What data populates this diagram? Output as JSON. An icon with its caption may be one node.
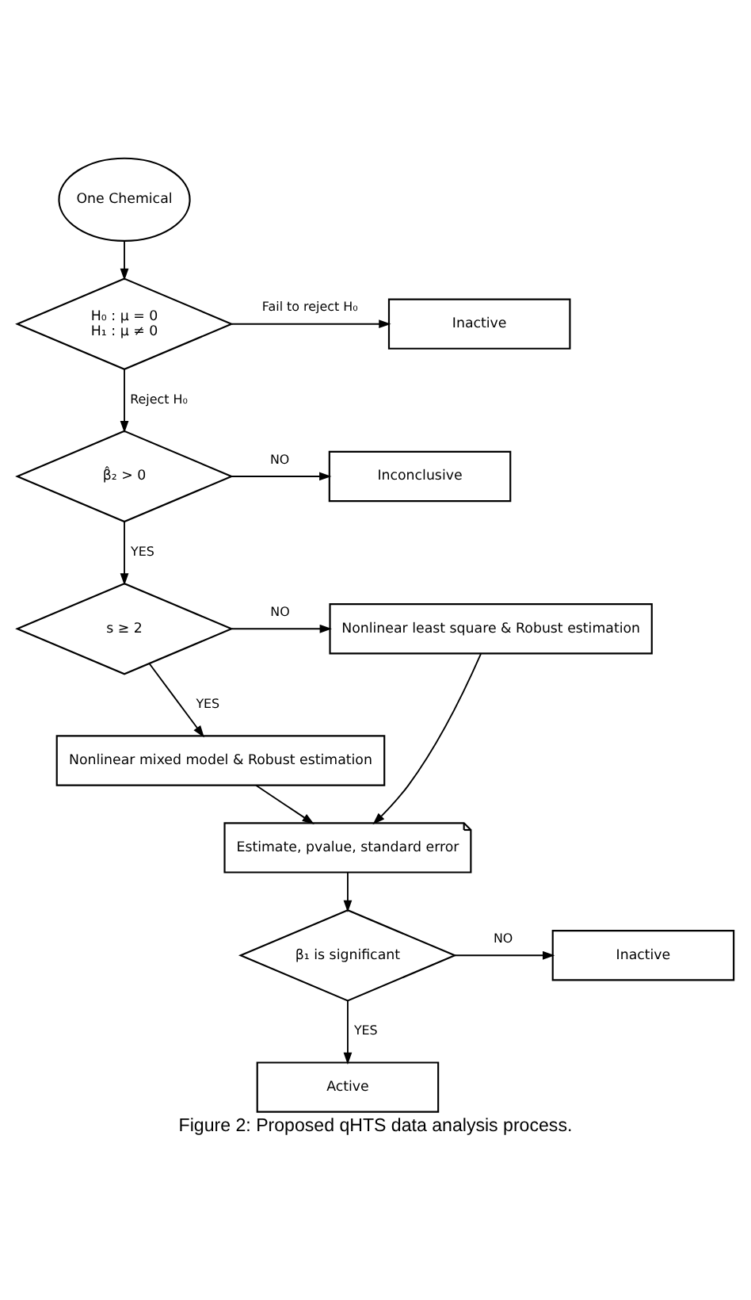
{
  "diagram": {
    "caption": "Figure 2: Proposed qHTS data analysis process.",
    "nodes": [
      {
        "text": [
          "One Chemical"
        ]
      },
      {
        "text": [
          "H₀ : μ = 0",
          "H₁ : μ ≠ 0"
        ]
      },
      {
        "text": [
          "Inactive"
        ]
      },
      {
        "text": [
          "β̂₂ > 0"
        ]
      },
      {
        "text": [
          "Inconclusive"
        ]
      },
      {
        "text": [
          "s ≥ 2"
        ]
      },
      {
        "text": [
          "Nonlinear least square & Robust estimation"
        ]
      },
      {
        "text": [
          "Nonlinear mixed model & Robust estimation"
        ]
      },
      {
        "text": [
          "Estimate, pvalue, standard error"
        ]
      },
      {
        "text": [
          "β₁ is significant"
        ]
      },
      {
        "text": [
          "Inactive"
        ]
      },
      {
        "text": [
          "Active"
        ]
      }
    ],
    "edges": [
      {
        "from": 0,
        "to": 1,
        "arrow": "to"
      },
      {
        "from": 1,
        "to": 2,
        "arrow": "to",
        "label": "Fail to reject H₀"
      },
      {
        "from": 1,
        "to": 3,
        "arrow": "to",
        "label": "Reject H₀"
      },
      {
        "from": 3,
        "to": 4,
        "arrow": "to",
        "label": "NO"
      },
      {
        "from": 3,
        "to": 5,
        "arrow": "to",
        "label": "YES"
      },
      {
        "from": 5,
        "to": 6,
        "arrow": "to",
        "label": "NO"
      },
      {
        "from": 5,
        "to": 7,
        "arrow": "to",
        "label": "YES"
      },
      {
        "from": 7,
        "to": 8,
        "arrow": "to"
      },
      {
        "from": 6,
        "to": 8,
        "arrow": "to"
      },
      {
        "from": 8,
        "to": 9,
        "arrow": "to"
      },
      {
        "from": 9,
        "to": 10,
        "arrow": "to",
        "label": "NO"
      },
      {
        "from": 9,
        "to": 11,
        "arrow": "to",
        "label": "YES"
      }
    ]
  }
}
